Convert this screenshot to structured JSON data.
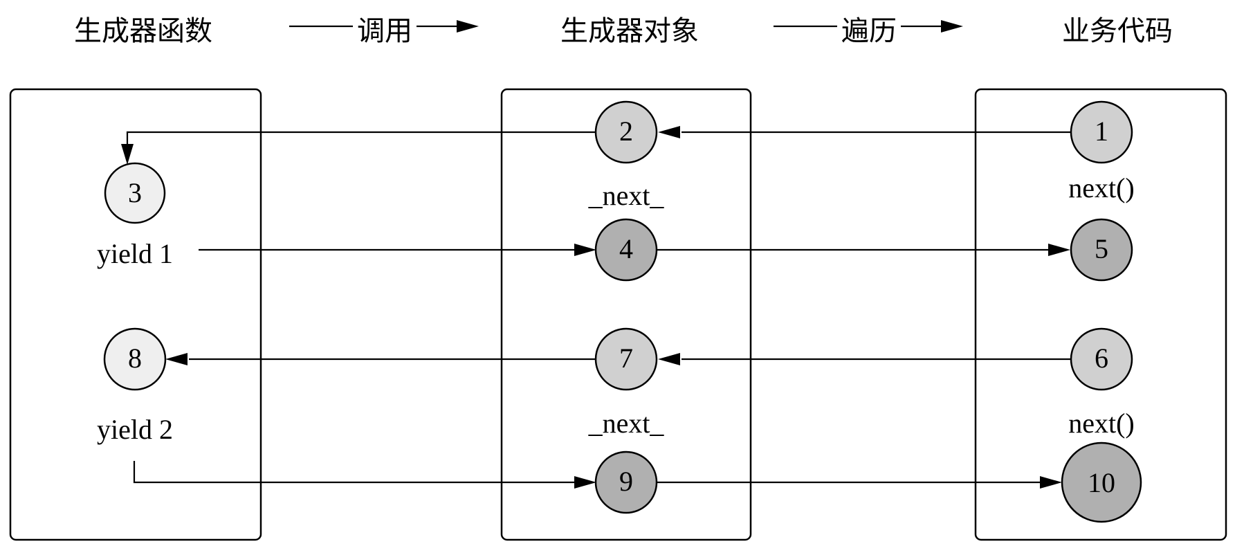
{
  "headers": {
    "generator_function": "生成器函数",
    "call": "调用",
    "generator_object": "生成器对象",
    "iterate": "遍历",
    "business_code": "业务代码"
  },
  "labels": {
    "yield1": "yield 1",
    "yield2": "yield 2",
    "next_dunder_1": "_next_",
    "next_dunder_2": "_next_",
    "next_call_1": "next()",
    "next_call_2": "next()"
  },
  "nodes": [
    {
      "id": "n1",
      "label": "1",
      "fill": "#d0d0d0"
    },
    {
      "id": "n2",
      "label": "2",
      "fill": "#d0d0d0"
    },
    {
      "id": "n3",
      "label": "3",
      "fill": "#efefef"
    },
    {
      "id": "n4",
      "label": "4",
      "fill": "#b0b0b0"
    },
    {
      "id": "n5",
      "label": "5",
      "fill": "#b0b0b0"
    },
    {
      "id": "n6",
      "label": "6",
      "fill": "#d0d0d0"
    },
    {
      "id": "n7",
      "label": "7",
      "fill": "#d0d0d0"
    },
    {
      "id": "n8",
      "label": "8",
      "fill": "#efefef"
    },
    {
      "id": "n9",
      "label": "9",
      "fill": "#b0b0b0"
    },
    {
      "id": "n10",
      "label": "10",
      "fill": "#b0b0b0"
    }
  ],
  "edges": [
    {
      "from": "n1",
      "to": "n2"
    },
    {
      "from": "n2",
      "to": "n3"
    },
    {
      "from": "n3",
      "to": "n4"
    },
    {
      "from": "n4",
      "to": "n5"
    },
    {
      "from": "n6",
      "to": "n7"
    },
    {
      "from": "n7",
      "to": "n8"
    },
    {
      "from": "n8",
      "to": "n9"
    },
    {
      "from": "n9",
      "to": "n10"
    }
  ]
}
